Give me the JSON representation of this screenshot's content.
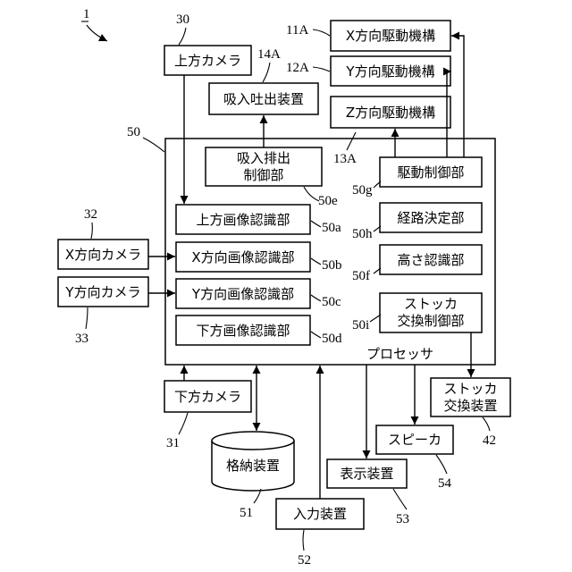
{
  "figure_number": "1",
  "processor": {
    "label": "プロセッサ",
    "ref": "50"
  },
  "components": {
    "upper_camera": {
      "label": "上方カメラ",
      "ref": "30"
    },
    "x_camera": {
      "label": "X方向カメラ",
      "ref": "32"
    },
    "y_camera": {
      "label": "Y方向カメラ",
      "ref": "33"
    },
    "lower_camera": {
      "label": "下方カメラ",
      "ref": "31"
    },
    "suction_device": {
      "label": "吸入吐出装置",
      "ref": "14A"
    },
    "x_drive": {
      "label": "X方向駆動機構",
      "ref": "11A"
    },
    "y_drive": {
      "label": "Y方向駆動機構",
      "ref": "12A"
    },
    "z_drive": {
      "label": "Z方向駆動機構",
      "ref": "13A"
    },
    "storage": {
      "label": "格納装置",
      "ref": "51"
    },
    "input": {
      "label": "入力装置",
      "ref": "52"
    },
    "display": {
      "label": "表示装置",
      "ref": "53"
    },
    "speaker": {
      "label": "スピーカ",
      "ref": "54"
    },
    "stocker_device": {
      "line1": "ストッカ",
      "line2": "交換装置",
      "ref": "42"
    }
  },
  "units": {
    "suction_ctrl": {
      "line1": "吸入排出",
      "line2": "制御部",
      "ref": "50e"
    },
    "upper_recog": {
      "label": "上方画像認識部",
      "ref": "50a"
    },
    "x_recog": {
      "label": "X方向画像認識部",
      "ref": "50b"
    },
    "y_recog": {
      "label": "Y方向画像認識部",
      "ref": "50c"
    },
    "lower_recog": {
      "label": "下方画像認識部",
      "ref": "50d"
    },
    "drive_ctrl": {
      "label": "駆動制御部",
      "ref": "50g"
    },
    "route": {
      "label": "経路決定部",
      "ref": "50h"
    },
    "height": {
      "label": "高さ認識部",
      "ref": "50f"
    },
    "stocker_ctrl": {
      "line1": "ストッカ",
      "line2": "交換制御部",
      "ref": "50i"
    }
  }
}
